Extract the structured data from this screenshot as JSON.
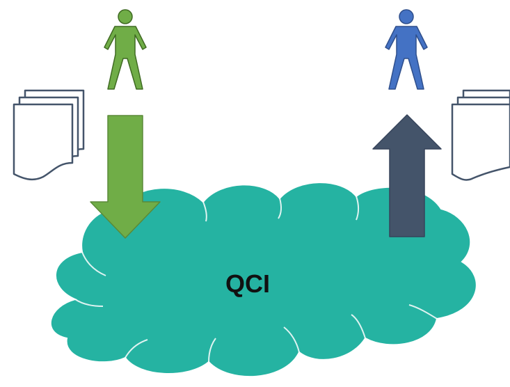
{
  "cloud": {
    "label": "QCI",
    "fill": "#25b3a2",
    "stroke": "#ffffff"
  },
  "users": [
    {
      "name": "left-user",
      "color": "#70ad47",
      "outline": "#3f6a22"
    },
    {
      "name": "right-user",
      "color": "#4472c4",
      "outline": "#2f4f8c"
    }
  ],
  "arrows": [
    {
      "name": "upload-arrow",
      "direction": "down",
      "color": "#70ad47"
    },
    {
      "name": "download-arrow",
      "direction": "up",
      "color": "#44546a"
    }
  ],
  "documents": {
    "stroke": "#44546a",
    "fill": "#ffffff"
  }
}
